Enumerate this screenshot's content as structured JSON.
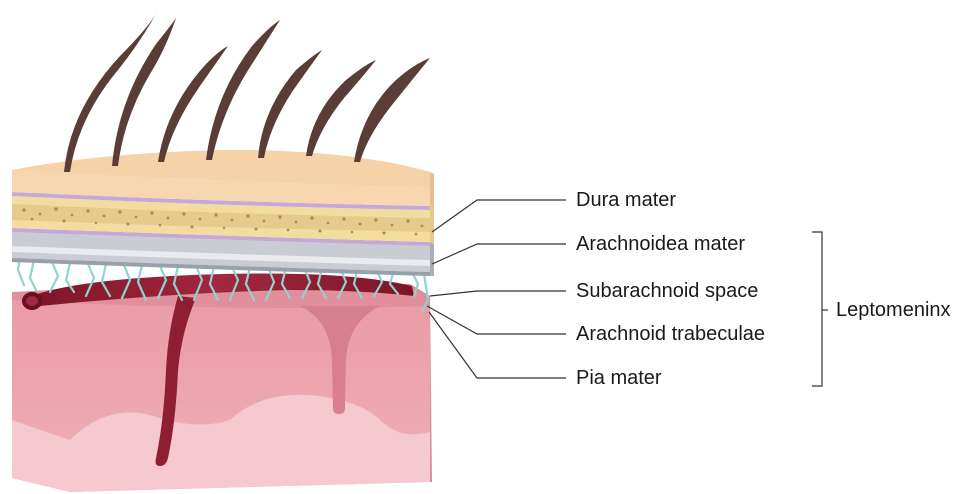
{
  "labels": {
    "dura": "Dura mater",
    "arachnoidea": "Arachnoidea mater",
    "subarachnoid": "Subarachnoid space",
    "trabeculae": "Arachnoid trabeculae",
    "pia": "Pia mater",
    "group": "Leptomeninx"
  },
  "colors": {
    "skin_top": "#f7d7b0",
    "skin_side": "#efc39a",
    "bone_yellow": "#f2dca0",
    "bone_speckle": "#b08a52",
    "membrane_purple": "#c7a6d8",
    "dura_gray": "#c9ccd3",
    "trabeculae_teal": "#8fd3cf",
    "vessel": "#8e1f33",
    "brain_top": "#e7a3ae",
    "brain_side": "#ecaab2",
    "brain_light": "#f6cfd3",
    "hair": "#5a3d36",
    "line": "#333333"
  },
  "icons": [
    "hair-icon",
    "blood-vessel-icon"
  ]
}
